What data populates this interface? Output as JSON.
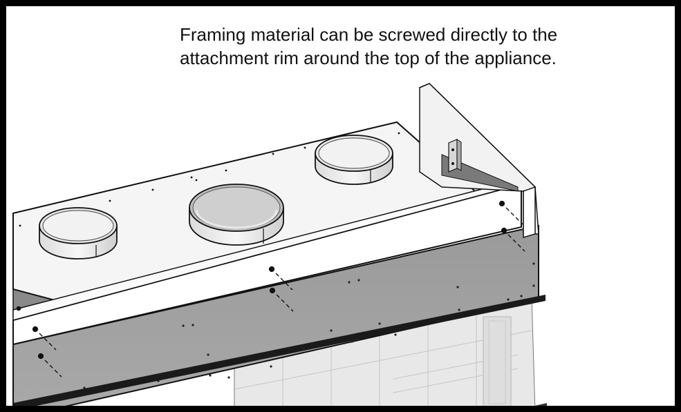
{
  "caption": {
    "line1": "Framing material can be screwed directly to the",
    "line2": "attachment rim around the top of the appliance."
  },
  "illustration": {
    "subject": "appliance-top-with-framing",
    "colors": {
      "outline": "#111111",
      "top_plate": "#f4f4f4",
      "rim_face": "#ffffff",
      "front_panel": "#9e9e9e",
      "glass": "#e6e6e6",
      "collar_inner": "#cfcfcf"
    },
    "screw_callouts": 7,
    "vent_collars": 3
  }
}
